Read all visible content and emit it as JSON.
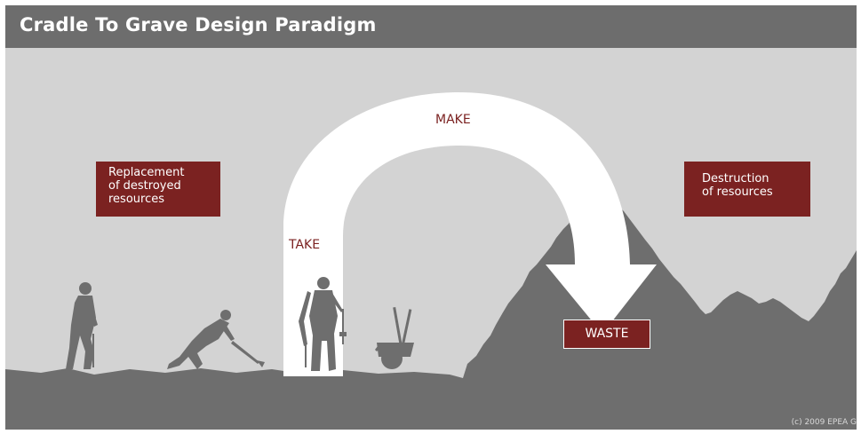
{
  "title": "Cradle To Grave Design Paradigm",
  "labels": {
    "replacement": "Replacement\nof destroyed\nresources",
    "destruction": "Destruction\nof resources",
    "waste": "WASTE",
    "make": "MAKE",
    "take": "TAKE"
  },
  "copyright": "(c) 2009 EPEA G",
  "colors": {
    "background": "#d3d3d3",
    "title_bar": "#6d6d6d",
    "silhouette": "#6e6e6e",
    "label_box": "#7b2221",
    "arc_label_text": "#7b2221",
    "arrow": "#ffffff"
  },
  "icons": {
    "figures": [
      "walking-hiker-figure",
      "digging-worker-figure",
      "standing-worker-figure",
      "tool-cart-figure"
    ],
    "arrow": "curved-arrow"
  }
}
